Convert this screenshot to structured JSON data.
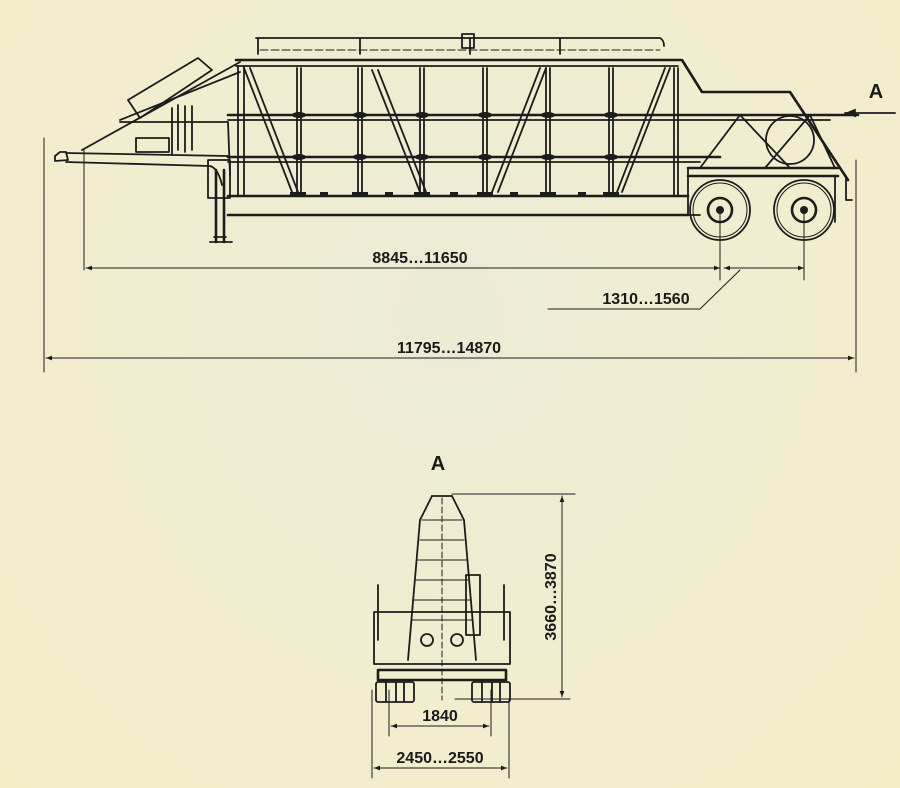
{
  "drawing": {
    "side_view": {
      "view_marker": "A",
      "dimensions": {
        "wheelbase_to_axle": "8845…11650",
        "axle_spacing": "1310…1560",
        "overall_length": "11795…14870"
      }
    },
    "rear_view": {
      "title": "A",
      "dimensions": {
        "height": "3660…3870",
        "track_width": "1840",
        "overall_width": "2450…2550"
      }
    }
  },
  "colors": {
    "paper": "#f2eed0",
    "ink": "#1c1c1c"
  }
}
